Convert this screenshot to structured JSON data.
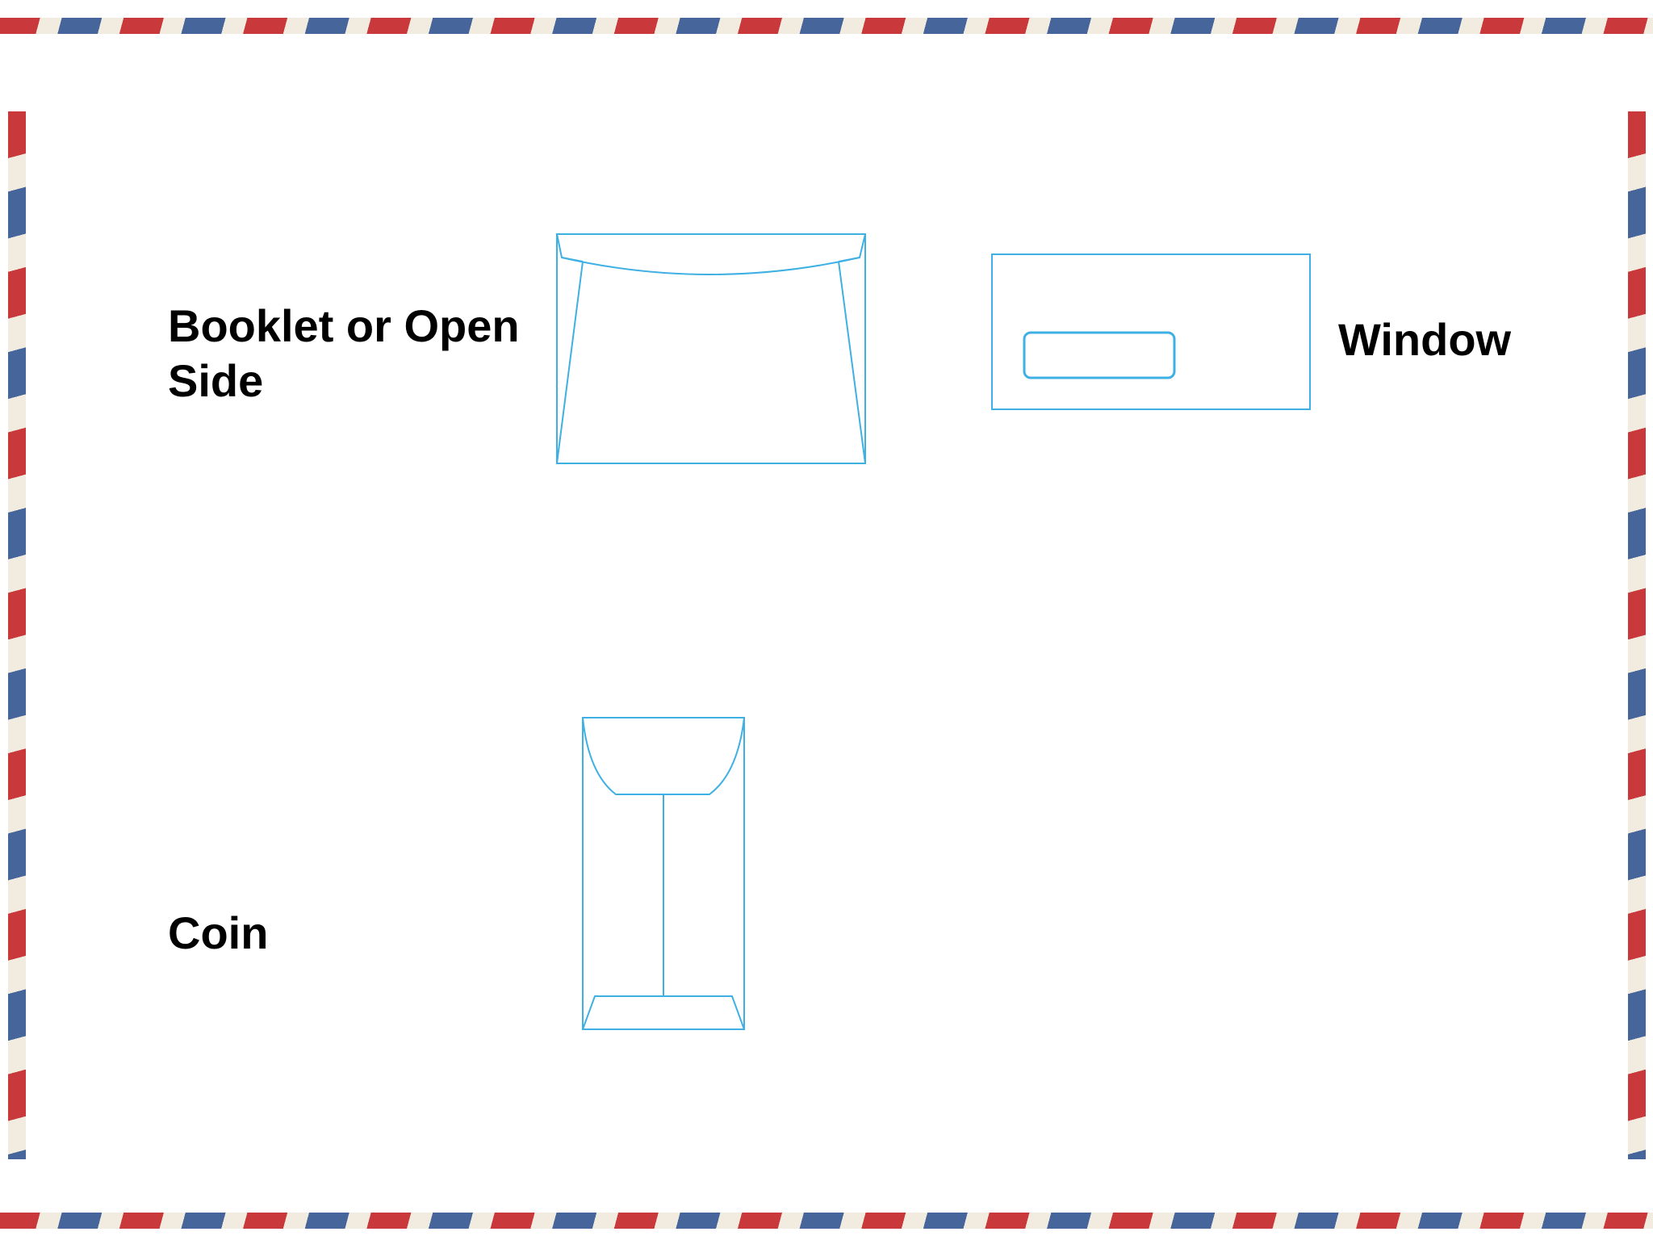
{
  "envelopes": [
    {
      "id": "booklet",
      "label_lines": [
        "Booklet or Open",
        "Side"
      ],
      "icon": "booklet-envelope-icon"
    },
    {
      "id": "window",
      "label_lines": [
        "Window"
      ],
      "icon": "window-envelope-icon"
    },
    {
      "id": "coin",
      "label_lines": [
        "Coin"
      ],
      "icon": "coin-envelope-icon"
    }
  ],
  "colors": {
    "envelope_stroke": "#3fb0e3",
    "airmail_red": "#c9383a",
    "airmail_blue": "#46659a",
    "label_text": "#000000",
    "background": "#ffffff"
  },
  "frame": {
    "style": "airmail-border"
  }
}
